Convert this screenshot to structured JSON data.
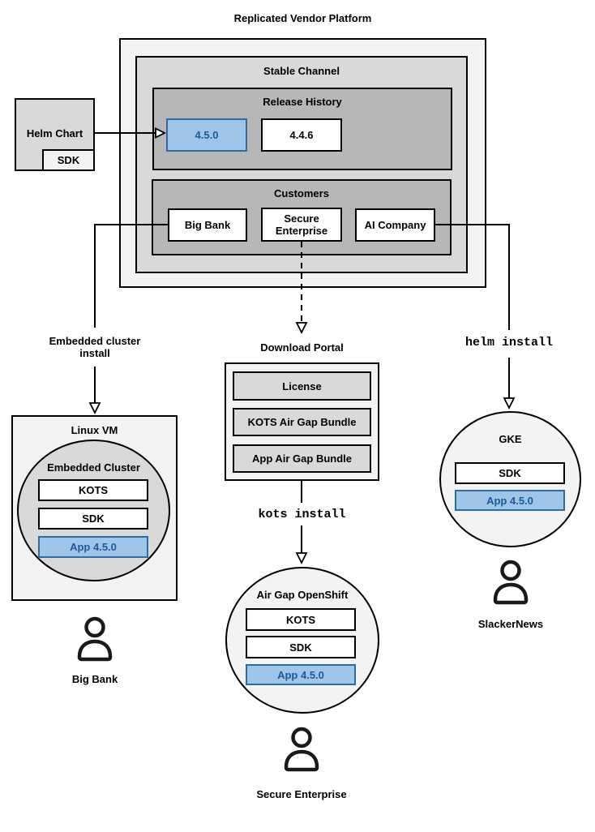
{
  "diagram_title": "Replicated Vendor Platform",
  "colors": {
    "box_lightest": "#f3f3f3",
    "box_light": "#d9d9d9",
    "box_mid": "#b7b7b7",
    "highlight_fill": "#9fc5e8",
    "highlight_border": "#2d6da3",
    "highlight_text": "#1d5a98"
  },
  "platform": {
    "stable_channel_label": "Stable Channel",
    "release_history": {
      "title": "Release History",
      "current_version": "4.5.0",
      "previous_version": "4.4.6"
    },
    "customers": {
      "title": "Customers",
      "big_bank": "Big Bank",
      "secure_enterprise": "Secure Enterprise",
      "ai_company": "AI Company"
    }
  },
  "helm_chart": {
    "label": "Helm Chart",
    "sdk_label": "SDK"
  },
  "left_flow": {
    "install_label": "Embedded cluster install",
    "vm": {
      "title": "Linux VM",
      "cluster_title": "Embedded Cluster",
      "components": [
        "KOTS",
        "SDK",
        "App 4.5.0"
      ]
    },
    "user": "Big Bank"
  },
  "middle_flow": {
    "portal": {
      "title": "Download Portal",
      "items": [
        "License",
        "KOTS Air Gap Bundle",
        "App Air Gap Bundle"
      ]
    },
    "install_command": "kots install",
    "cluster": {
      "title": "Air Gap OpenShift",
      "components": [
        "KOTS",
        "SDK",
        "App 4.5.0"
      ]
    },
    "user": "Secure Enterprise"
  },
  "right_flow": {
    "install_command": "helm install",
    "cluster": {
      "title": "GKE",
      "components": [
        "SDK",
        "App 4.5.0"
      ]
    },
    "user": "SlackerNews"
  }
}
